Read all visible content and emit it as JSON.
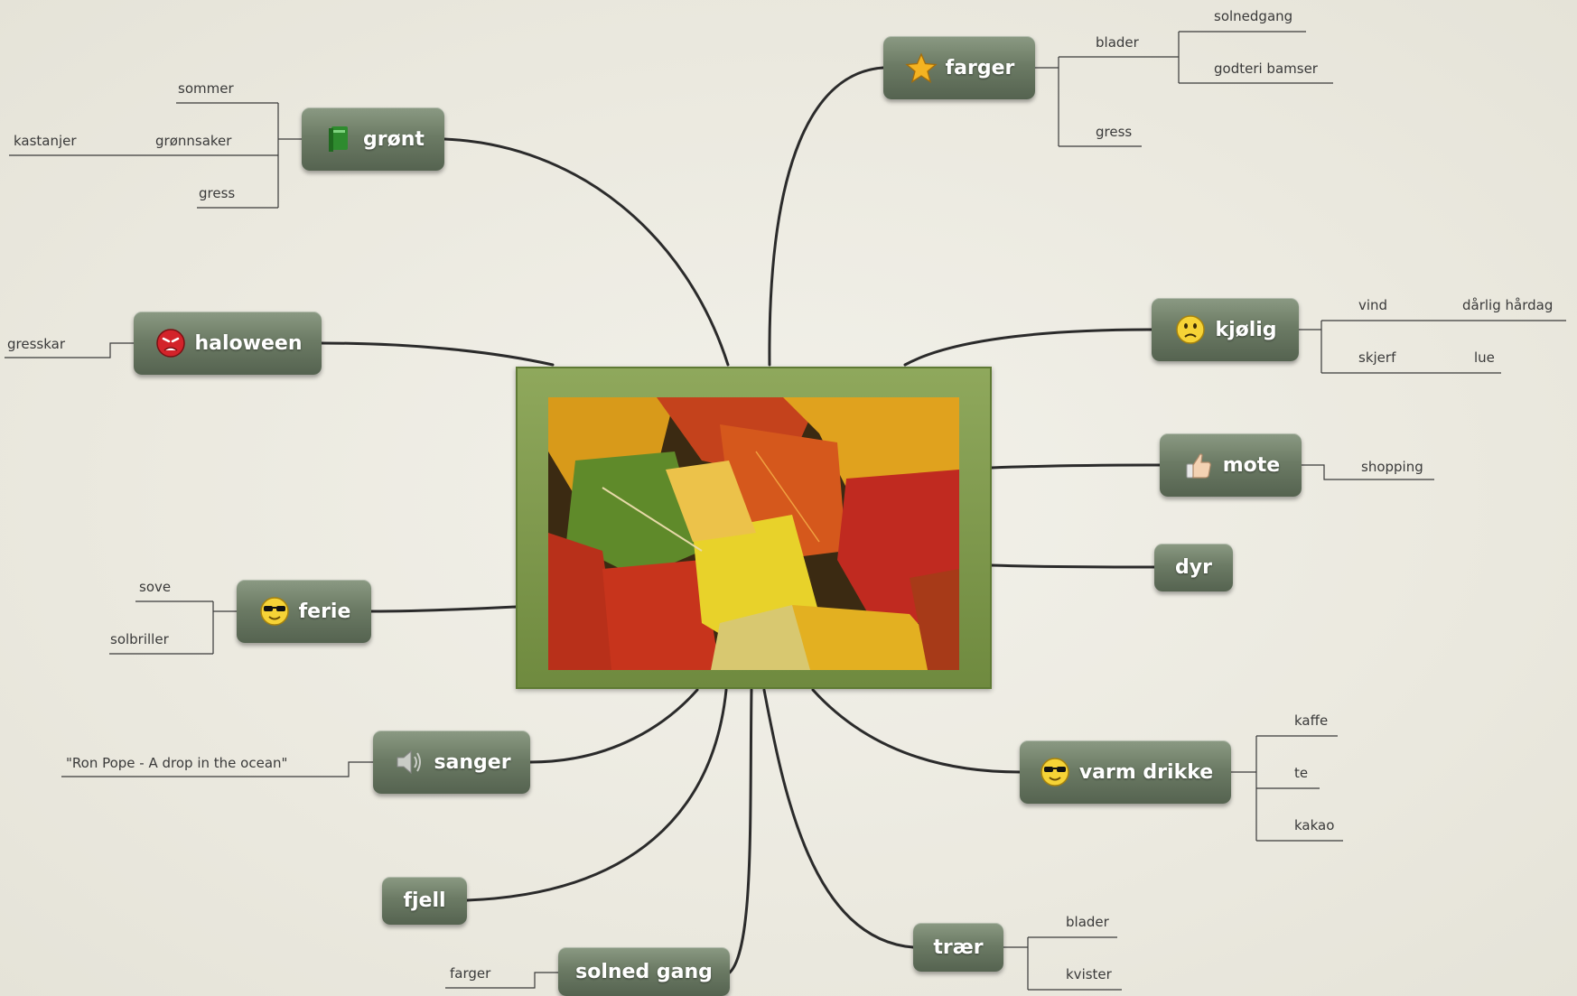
{
  "topics": {
    "gront": {
      "label": "grønt",
      "subs": {
        "sommer": "sommer",
        "gronnsaker": "grønnsaker",
        "kastanjer": "kastanjer",
        "gress": "gress"
      }
    },
    "haloween": {
      "label": "haloween",
      "subs": {
        "gresskar": "gresskar"
      }
    },
    "ferie": {
      "label": "ferie",
      "subs": {
        "sove": "sove",
        "solbriller": "solbriller"
      }
    },
    "sanger": {
      "label": "sanger",
      "subs": {
        "song": "\"Ron Pope - A drop in the ocean\""
      }
    },
    "fjell": {
      "label": "fjell"
    },
    "solnedgang": {
      "label": "solned gang",
      "subs": {
        "farger": "farger"
      }
    },
    "farger": {
      "label": "farger",
      "subs": {
        "blader": "blader",
        "solnedgang": "solnedgang",
        "godteri": "godteri bamser",
        "gress": "gress"
      }
    },
    "kjolig": {
      "label": "kjølig",
      "subs": {
        "vind": "vind",
        "hardag": "dårlig hårdag",
        "skjerf": "skjerf",
        "lue": "lue"
      }
    },
    "mote": {
      "label": "mote",
      "subs": {
        "shopping": "shopping"
      }
    },
    "dyr": {
      "label": "dyr"
    },
    "varm": {
      "label": "varm drikke",
      "subs": {
        "kaffe": "kaffe",
        "te": "te",
        "kakao": "kakao"
      }
    },
    "traer": {
      "label": "trær",
      "subs": {
        "blader": "blader",
        "kvister": "kvister"
      }
    }
  },
  "icons": {
    "gront": "green-book-icon",
    "haloween": "angry-face-icon",
    "ferie": "sunglasses-face-icon",
    "sanger": "speaker-icon",
    "farger": "star-icon",
    "kjolig": "sad-face-icon",
    "mote": "thumbs-up-icon",
    "varm": "sunglasses-face-icon"
  },
  "colors": {
    "node": "#6c7b65",
    "center_frame": "#7f9a4c",
    "background": "#edebe2",
    "line": "#2b2b2b"
  },
  "center_image": "autumn-leaves-photo"
}
